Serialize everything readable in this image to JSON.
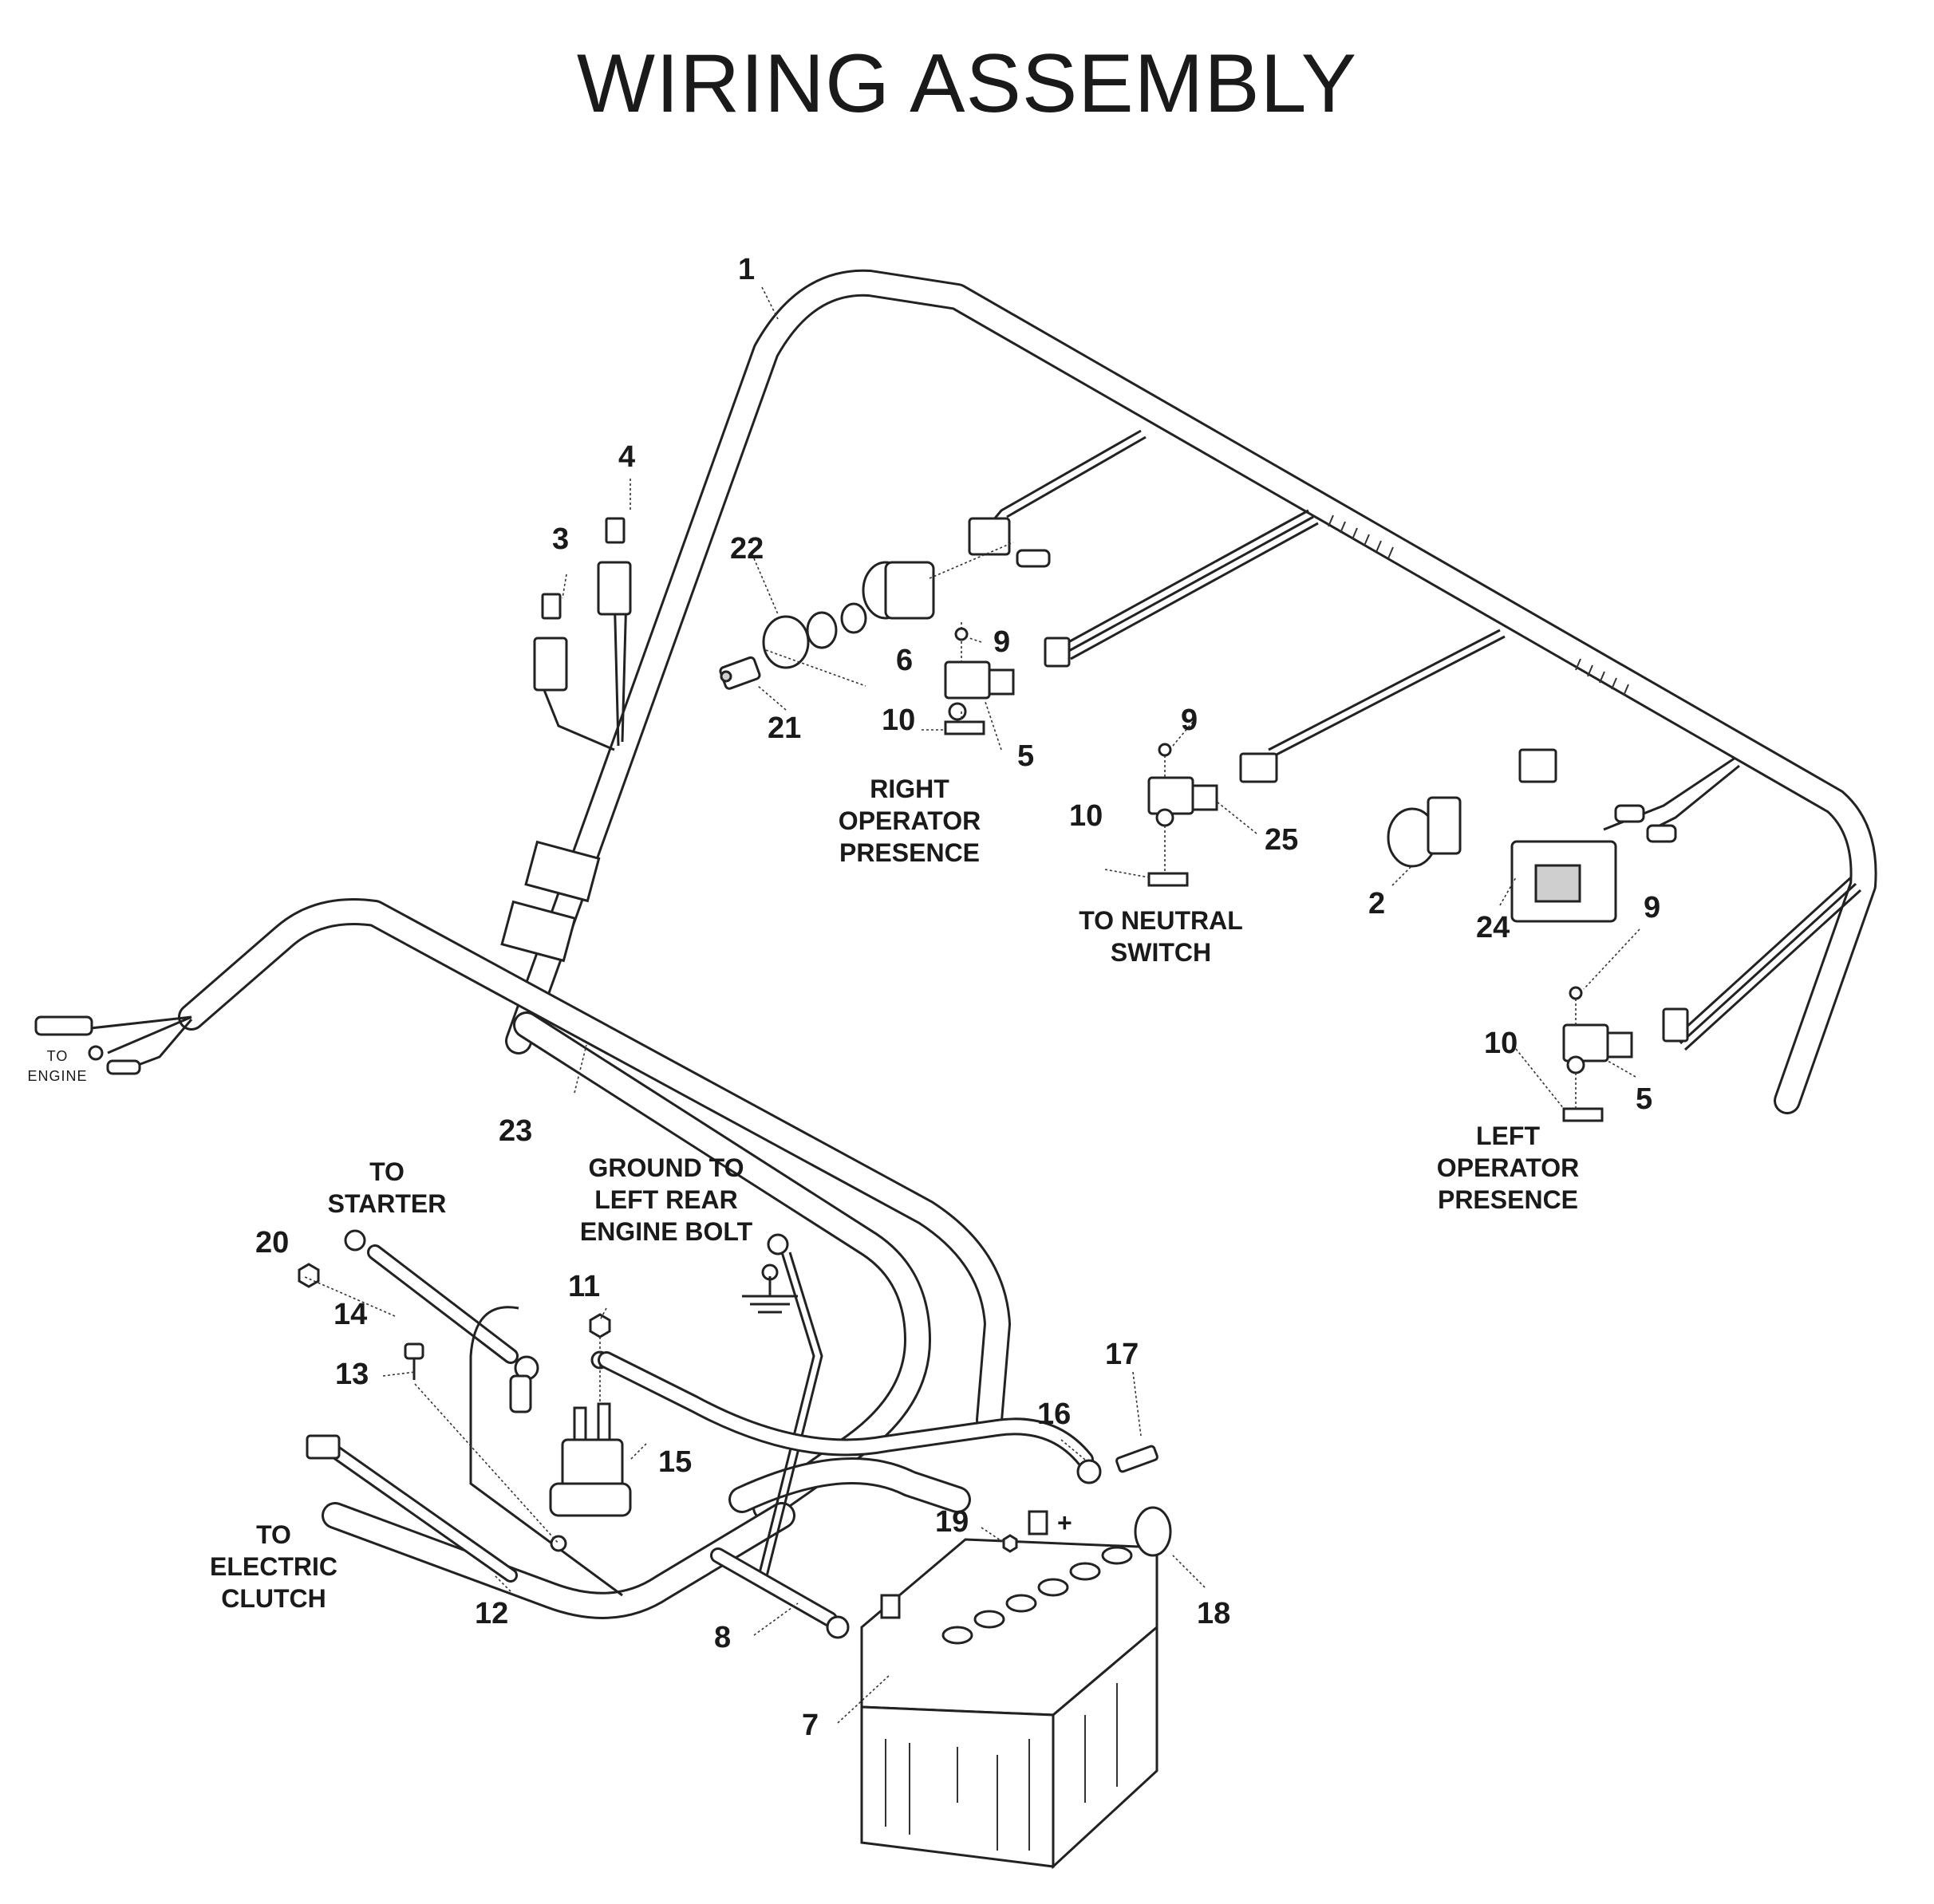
{
  "title": "WIRING ASSEMBLY",
  "part_numbers": [
    "1",
    "2",
    "3",
    "4",
    "5",
    "5",
    "6",
    "7",
    "8",
    "9",
    "9",
    "9",
    "10",
    "10",
    "10",
    "11",
    "12",
    "13",
    "14",
    "15",
    "16",
    "17",
    "18",
    "19",
    "20",
    "21",
    "22",
    "23",
    "24",
    "25"
  ],
  "callouts": {
    "right_operator_presence": [
      "RIGHT",
      "OPERATOR",
      "PRESENCE"
    ],
    "to_neutral_switch": [
      "TO NEUTRAL",
      "SWITCH"
    ],
    "left_operator_presence": [
      "LEFT",
      "OPERATOR",
      "PRESENCE"
    ],
    "to_starter": [
      "TO",
      "STARTER"
    ],
    "ground": [
      "GROUND TO",
      "LEFT REAR",
      "ENGINE BOLT"
    ],
    "to_electric_clutch": [
      "TO",
      "ELECTRIC",
      "CLUTCH"
    ],
    "to_engine": [
      "TO",
      "ENGINE"
    ]
  },
  "battery_terminal_sign": "+",
  "icons": [
    "key-icon",
    "ignition-switch-icon",
    "fuse-icon",
    "solenoid-icon",
    "battery-icon",
    "hour-meter-icon",
    "horn-icon",
    "ground-symbol-icon",
    "connector-icon"
  ]
}
